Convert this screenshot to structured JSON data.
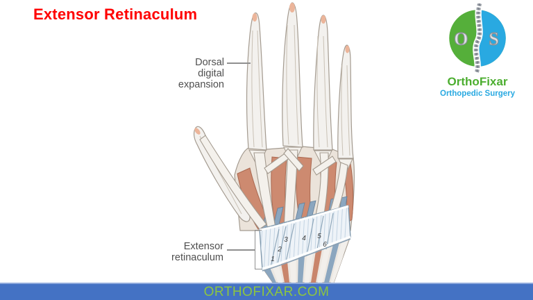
{
  "slide": {
    "title": "Extensor Retinaculum",
    "title_color": "#FF0000"
  },
  "logo": {
    "brand": "OrthoFixar",
    "tagline": "Orthopedic Surgery",
    "letter_left": "O",
    "letter_right": "S",
    "green": "#55AF3A",
    "blue": "#29A9E1"
  },
  "diagram": {
    "label_dorsal": [
      "Dorsal",
      "digital",
      "expansion"
    ],
    "label_retinaculum": [
      "Extensor",
      "retinaculum"
    ],
    "compartments": [
      "1",
      "2",
      "3",
      "4",
      "5",
      "6"
    ],
    "label_color": "#4f4f4f"
  },
  "footer": {
    "url": "ORTHOFIXAR.COM",
    "bar_color": "#4472C4",
    "text_color": "#8DC63F"
  }
}
